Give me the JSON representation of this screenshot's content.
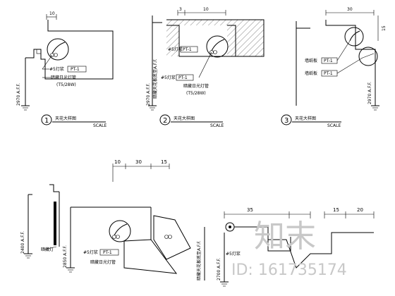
{
  "drawings": {
    "d1": {
      "number": "1",
      "caption": "天花大样图",
      "scale": "SCALE",
      "label_lamp": "#5灯浆",
      "label_code": "PT-1",
      "label_lightbox": "暗藏日光灯管",
      "label_spec": "(T5/28W)",
      "dim_top": "10",
      "elev_side": "2970 A.F.F."
    },
    "d2": {
      "number": "2",
      "caption": "天花大样图",
      "scale": "SCALE",
      "label_lamp_a": "#5灯浆",
      "label_code_a": "PT-1",
      "label_lamp_b": "#5灯浆",
      "label_code_b": "PT-1",
      "label_lightbox": "暗藏日光灯管",
      "label_spec": "(T5/28W)",
      "dim_a": "3",
      "dim_b": "10",
      "elev_side": "2970 A.F.F.",
      "elev_vert": "暗藏天花板底至A.F.F."
    },
    "d3": {
      "number": "3",
      "caption": "天花大样图",
      "scale": "SCALE",
      "dim_top": "30",
      "dim_side": "15",
      "label_a": "墙纸板",
      "code_a": "PT-1",
      "label_b": "墙纸板",
      "code_b": "PT-1",
      "elev_side": "2970 A.F.F."
    },
    "d4": {
      "dim_a": "10",
      "dim_b": "30",
      "dim_c": "15",
      "elev_left": "2400 A.F.F.",
      "elev_center": "2850 A.F.F.",
      "elev_vert": "暗藏天花板底至A.F.F.",
      "label_lamp": "#5灯浆",
      "label_code": "PT-1",
      "label_lightbox": "暗藏日光灯管",
      "label_left": "暗藏灯"
    },
    "d5": {
      "dim_a": "35",
      "dim_b": "15",
      "dim_c": "20",
      "elev_side": "2700 A.F.F.",
      "label_lamp": "#5灯浆"
    }
  },
  "watermark": {
    "logo": "知末",
    "id_text": "ID: 161735174"
  }
}
